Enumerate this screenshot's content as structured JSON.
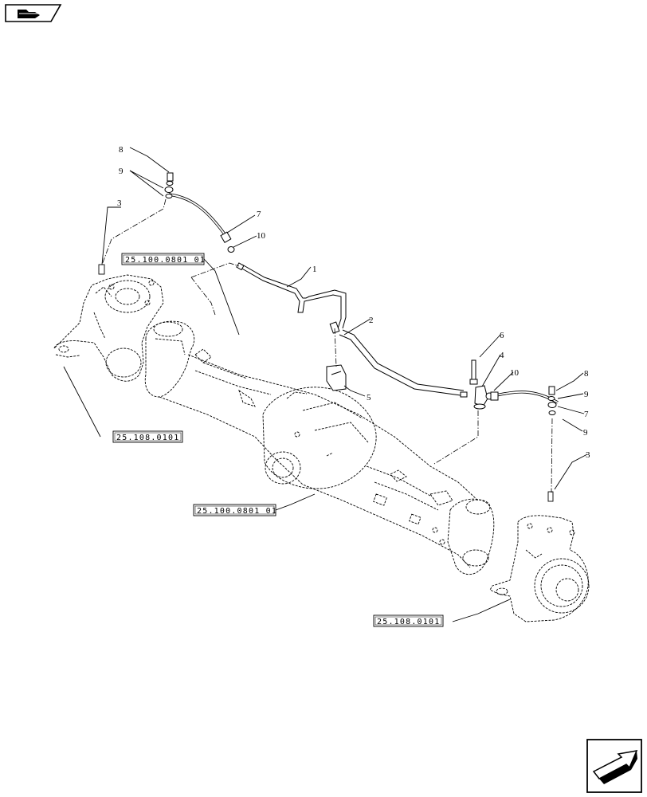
{
  "diagram": {
    "part_labels": {
      "p1": "1",
      "p2": "2",
      "p3_left": "3",
      "p3_right": "3",
      "p4": "4",
      "p5": "5",
      "p6": "6",
      "p7_left": "7",
      "p7_right": "7",
      "p8_left": "8",
      "p8_right": "8",
      "p9_left": "9",
      "p9_right_top": "9",
      "p9_right_bottom": "9",
      "p10_left": "10",
      "p10_right": "10"
    },
    "references": {
      "axle_top": "25.100.0801 01",
      "axle_bottom": "25.100.0801 01",
      "knuckle_left": "25.108.0101",
      "knuckle_right": "25.108.0101"
    }
  },
  "nav": {
    "top_left_icon": "folder-icon",
    "bottom_right_icon": "next-page-arrow-icon"
  }
}
